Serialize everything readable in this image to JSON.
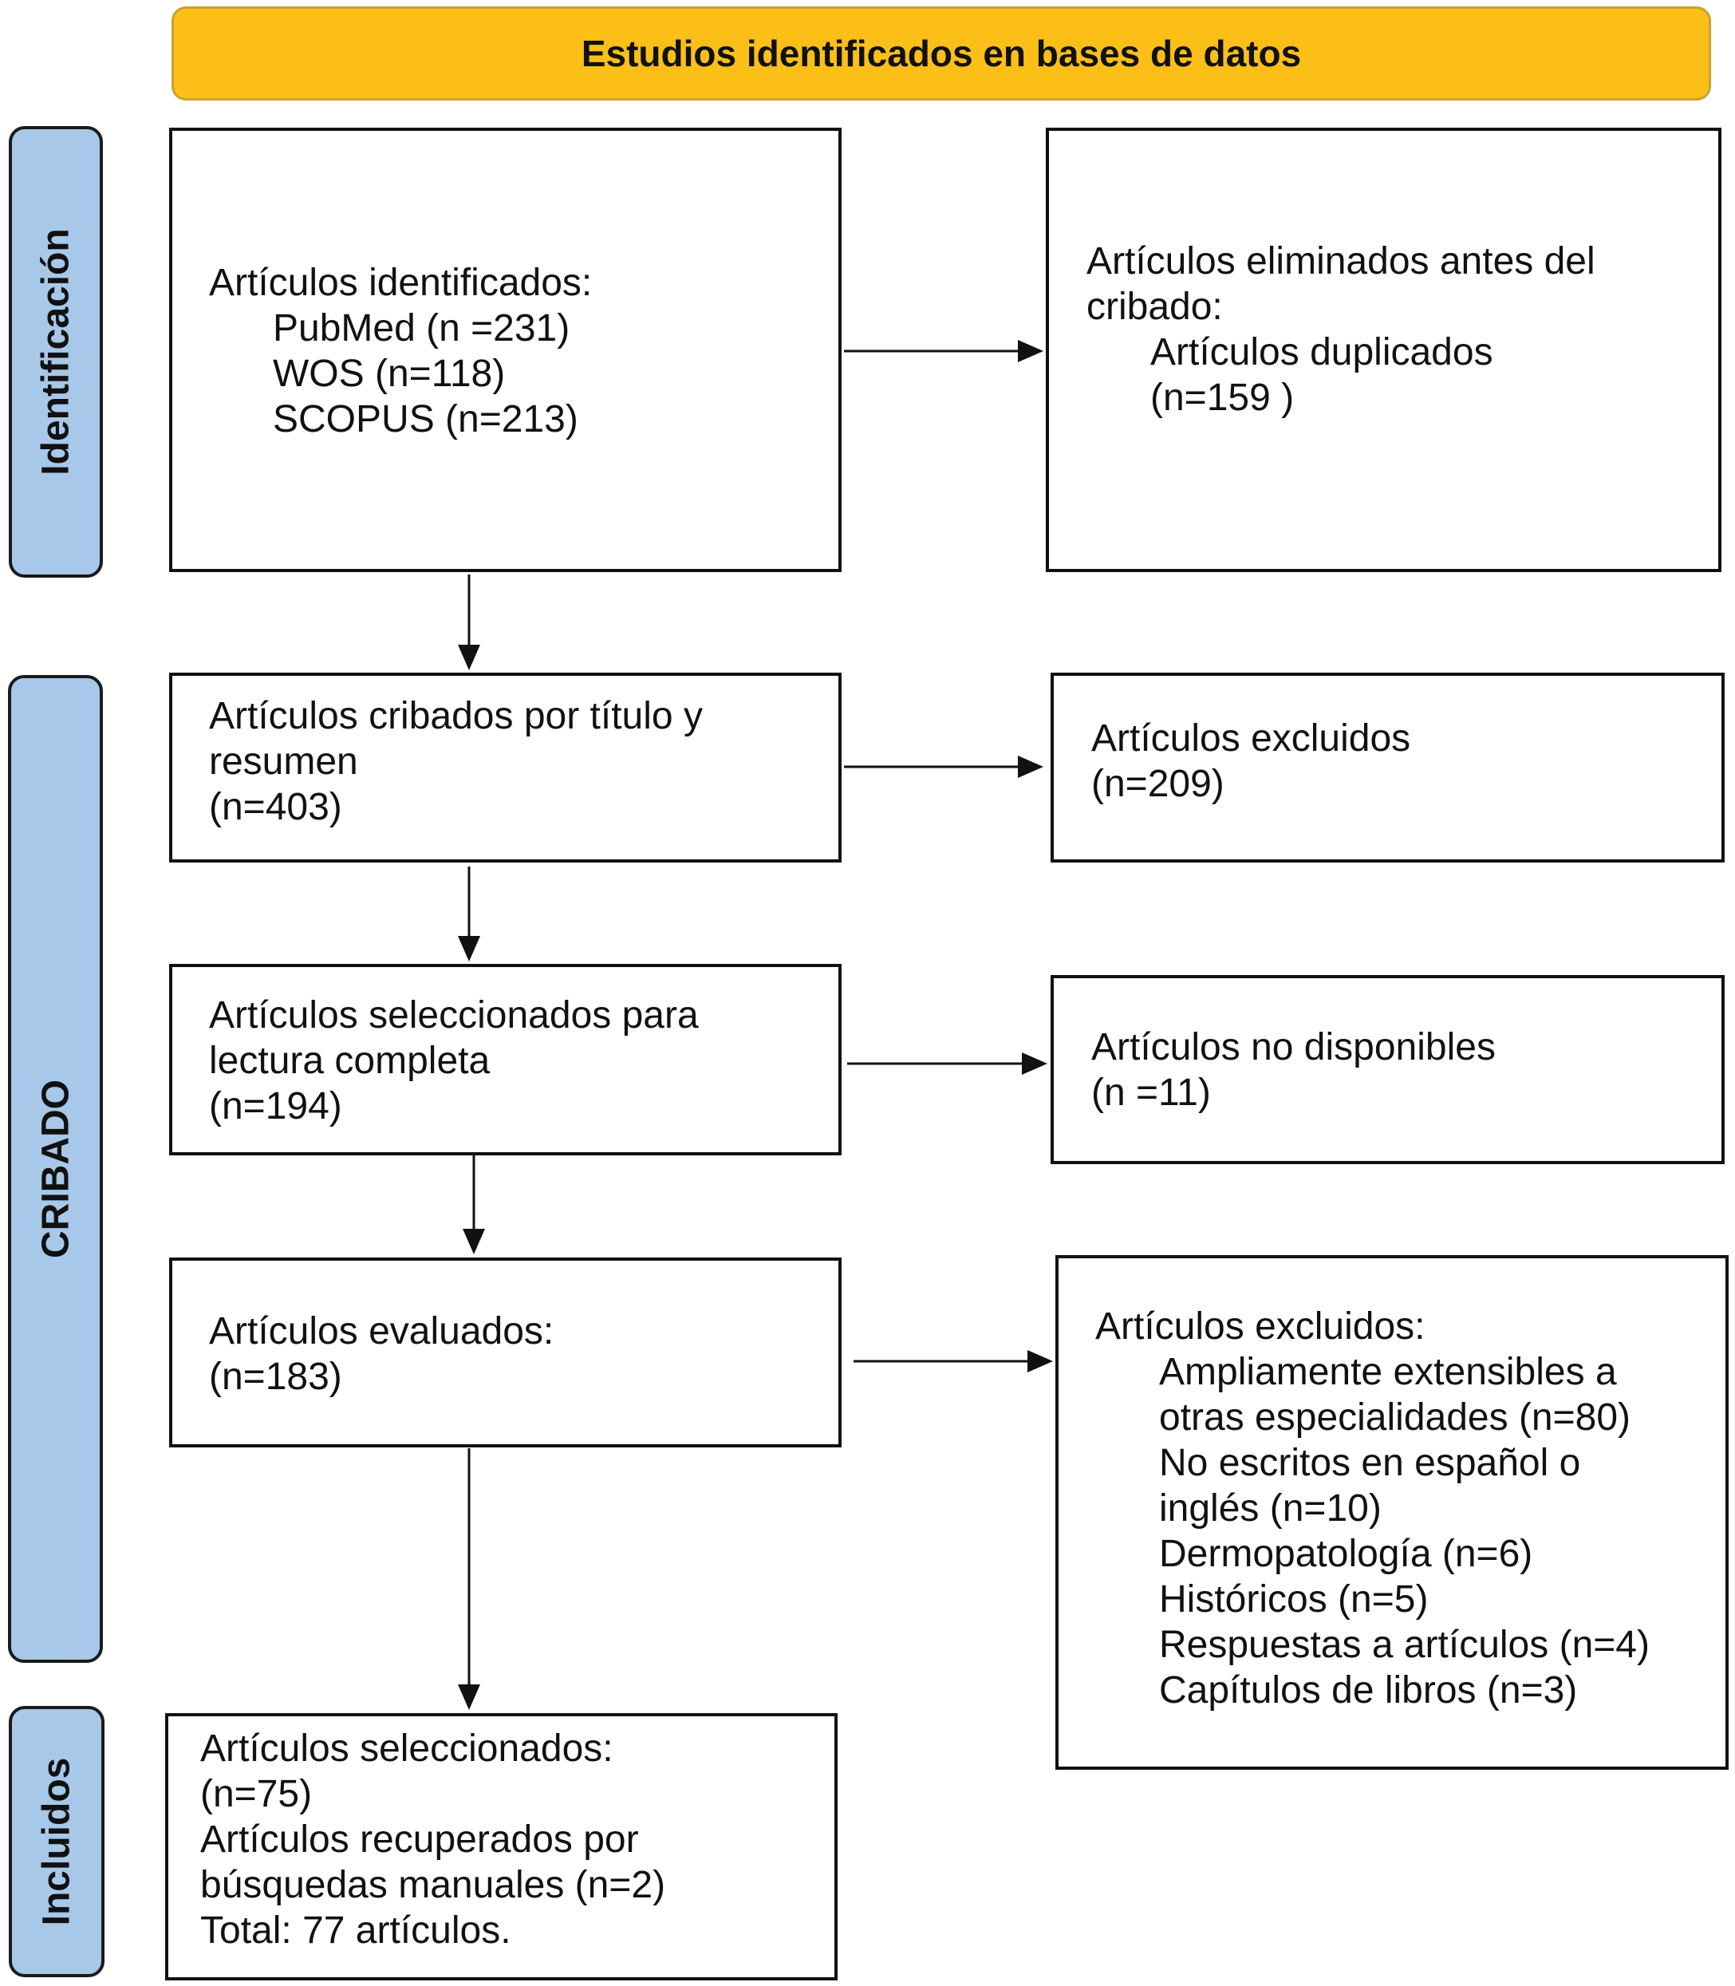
{
  "header": {
    "title": "Estudios identificados en bases de datos"
  },
  "phases": {
    "identificacion": "Identificación",
    "cribado": "CRIBADO",
    "incluidos": "Incluidos"
  },
  "boxes": {
    "identified": {
      "title": "Artículos identificados:",
      "lines": [
        "PubMed (n =231)",
        "WOS (n=118)",
        "SCOPUS (n=213)"
      ]
    },
    "removed": {
      "title_1": "Artículos eliminados antes del",
      "title_2": "cribado:",
      "lines": [
        "Artículos duplicados",
        "(n=159 )"
      ]
    },
    "screened": {
      "lines": [
        "Artículos cribados por título y",
        "resumen",
        "(n=403)"
      ]
    },
    "excluded_1": {
      "lines": [
        "Artículos excluidos",
        "(n=209)"
      ]
    },
    "selected_full": {
      "lines": [
        "Artículos seleccionados para",
        "lectura completa",
        "(n=194)"
      ]
    },
    "unavailable": {
      "lines": [
        "Artículos no disponibles",
        "(n =11)"
      ]
    },
    "evaluated": {
      "lines": [
        "Artículos evaluados:",
        "(n=183)"
      ]
    },
    "excluded_2": {
      "title": "Artículos excluidos:",
      "lines": [
        "Ampliamente extensibles a",
        "otras especialidades (n=80)",
        "No escritos en español o",
        "inglés (n=10)",
        "Dermopatología (n=6)",
        "Históricos (n=5)",
        "Respuestas a artículos (n=4)",
        "Capítulos de libros (n=3)"
      ]
    },
    "included": {
      "lines": [
        "Artículos seleccionados:",
        "(n=75)",
        "Artículos recuperados por",
        "búsquedas manuales (n=2)",
        "Total: 77 artículos."
      ]
    }
  }
}
